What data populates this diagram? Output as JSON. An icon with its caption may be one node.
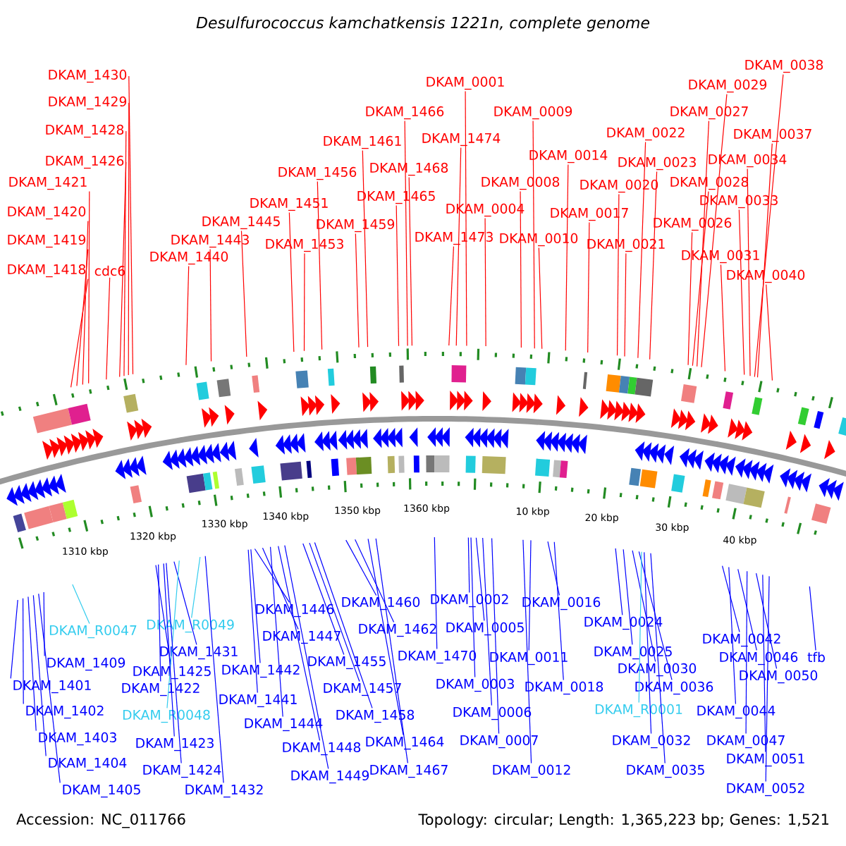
{
  "diagram": {
    "title": "Desulfurococcus kamchatkensis 1221n, complete genome",
    "nodes": [
      {
        "text": [
          "DKAM_1430"
        ]
      },
      {
        "text": [
          "DKAM_1429"
        ]
      },
      {
        "text": [
          "DKAM_1428"
        ]
      },
      {
        "text": [
          "DKAM_1426"
        ]
      },
      {
        "text": [
          "DKAM_1421"
        ]
      },
      {
        "text": [
          "DKAM_1420"
        ]
      },
      {
        "text": [
          "DKAM_1419"
        ]
      },
      {
        "text": [
          "DKAM_1418"
        ]
      },
      {
        "text": [
          "cdc6"
        ]
      },
      {
        "text": [
          "DKAM_1440"
        ]
      },
      {
        "text": [
          "DKAM_1443"
        ]
      },
      {
        "text": [
          "DKAM_1445"
        ]
      },
      {
        "text": [
          "DKAM_1451"
        ]
      },
      {
        "text": [
          "DKAM_1453"
        ]
      },
      {
        "text": [
          "DKAM_1456"
        ]
      },
      {
        "text": [
          "DKAM_1459"
        ]
      },
      {
        "text": [
          "DKAM_1461"
        ]
      },
      {
        "text": [
          "DKAM_1466"
        ]
      },
      {
        "text": [
          "DKAM_1468"
        ]
      },
      {
        "text": [
          "DKAM_1465"
        ]
      },
      {
        "text": [
          "DKAM_1474"
        ]
      },
      {
        "text": [
          "DKAM_1473"
        ]
      },
      {
        "text": [
          "DKAM_0001"
        ]
      },
      {
        "text": [
          "DKAM_0004"
        ]
      },
      {
        "text": [
          "DKAM_0008"
        ]
      },
      {
        "text": [
          "DKAM_0009"
        ]
      },
      {
        "text": [
          "DKAM_0010"
        ]
      },
      {
        "text": [
          "DKAM_0014"
        ]
      },
      {
        "text": [
          "DKAM_0017"
        ]
      },
      {
        "text": [
          "DKAM_0020"
        ]
      },
      {
        "text": [
          "DKAM_0021"
        ]
      },
      {
        "text": [
          "DKAM_0022"
        ]
      },
      {
        "text": [
          "DKAM_0023"
        ]
      },
      {
        "text": [
          "DKAM_0026"
        ]
      },
      {
        "text": [
          "DKAM_0027"
        ]
      },
      {
        "text": [
          "DKAM_0028"
        ]
      },
      {
        "text": [
          "DKAM_0029"
        ]
      },
      {
        "text": [
          "DKAM_0031"
        ]
      },
      {
        "text": [
          "DKAM_0033"
        ]
      },
      {
        "text": [
          "DKAM_0034"
        ]
      },
      {
        "text": [
          "DKAM_0037"
        ]
      },
      {
        "text": [
          "DKAM_0038"
        ]
      },
      {
        "text": [
          "DKAM_0040"
        ]
      },
      {
        "text": [
          "DKAM_R0047"
        ]
      },
      {
        "text": [
          "DKAM_1409"
        ]
      },
      {
        "text": [
          "DKAM_1401"
        ]
      },
      {
        "text": [
          "DKAM_1402"
        ]
      },
      {
        "text": [
          "DKAM_1403"
        ]
      },
      {
        "text": [
          "DKAM_1404"
        ]
      },
      {
        "text": [
          "DKAM_1405"
        ]
      },
      {
        "text": [
          "DKAM_R0049"
        ]
      },
      {
        "text": [
          "DKAM_1431"
        ]
      },
      {
        "text": [
          "DKAM_1425"
        ]
      },
      {
        "text": [
          "DKAM_1422"
        ]
      },
      {
        "text": [
          "DKAM_R0048"
        ]
      },
      {
        "text": [
          "DKAM_1423"
        ]
      },
      {
        "text": [
          "DKAM_1424"
        ]
      },
      {
        "text": [
          "DKAM_1432"
        ]
      },
      {
        "text": [
          "DKAM_1446"
        ]
      },
      {
        "text": [
          "DKAM_1447"
        ]
      },
      {
        "text": [
          "DKAM_1442"
        ]
      },
      {
        "text": [
          "DKAM_1441"
        ]
      },
      {
        "text": [
          "DKAM_1444"
        ]
      },
      {
        "text": [
          "DKAM_1448"
        ]
      },
      {
        "text": [
          "DKAM_1449"
        ]
      },
      {
        "text": [
          "DKAM_1455"
        ]
      },
      {
        "text": [
          "DKAM_1457"
        ]
      },
      {
        "text": [
          "DKAM_1458"
        ]
      },
      {
        "text": [
          "DKAM_1460"
        ]
      },
      {
        "text": [
          "DKAM_1462"
        ]
      },
      {
        "text": [
          "DKAM_1464"
        ]
      },
      {
        "text": [
          "DKAM_1467"
        ]
      },
      {
        "text": [
          "DKAM_0002"
        ]
      },
      {
        "text": [
          "DKAM_1470"
        ]
      },
      {
        "text": [
          "DKAM_0005"
        ]
      },
      {
        "text": [
          "DKAM_0003"
        ]
      },
      {
        "text": [
          "DKAM_0006"
        ]
      },
      {
        "text": [
          "DKAM_0007"
        ]
      },
      {
        "text": [
          "DKAM_0016"
        ]
      },
      {
        "text": [
          "DKAM_0011"
        ]
      },
      {
        "text": [
          "DKAM_0018"
        ]
      },
      {
        "text": [
          "DKAM_0012"
        ]
      },
      {
        "text": [
          "DKAM_0024"
        ]
      },
      {
        "text": [
          "DKAM_0025"
        ]
      },
      {
        "text": [
          "DKAM_0030"
        ]
      },
      {
        "text": [
          "DKAM_0036"
        ]
      },
      {
        "text": [
          "DKAM_R0001"
        ]
      },
      {
        "text": [
          "DKAM_0032"
        ]
      },
      {
        "text": [
          "DKAM_0035"
        ]
      },
      {
        "text": [
          "DKAM_0042"
        ]
      },
      {
        "text": [
          "DKAM_0046"
        ]
      },
      {
        "text": [
          "tfb"
        ]
      },
      {
        "text": [
          "DKAM_0050"
        ]
      },
      {
        "text": [
          "DKAM_0044"
        ]
      },
      {
        "text": [
          "DKAM_0047"
        ]
      },
      {
        "text": [
          "DKAM_0051"
        ]
      },
      {
        "text": [
          "DKAM_0052"
        ]
      }
    ],
    "edges": [
      {
        "from": 0,
        "to": null,
        "arrow": "none",
        "color": "#ff0000"
      },
      {
        "from": 1,
        "to": null,
        "arrow": "none",
        "color": "#ff0000"
      },
      {
        "from": 2,
        "to": null,
        "arrow": "none",
        "color": "#ff0000"
      },
      {
        "from": 3,
        "to": null,
        "arrow": "none",
        "color": "#ff0000"
      },
      {
        "from": 4,
        "to": null,
        "arrow": "none",
        "color": "#ff0000"
      },
      {
        "from": 5,
        "to": null,
        "arrow": "none",
        "color": "#ff0000"
      },
      {
        "from": 6,
        "to": null,
        "arrow": "none",
        "color": "#ff0000"
      },
      {
        "from": 7,
        "to": null,
        "arrow": "none",
        "color": "#ff0000"
      },
      {
        "from": 8,
        "to": null,
        "arrow": "none",
        "color": "#ff0000"
      },
      {
        "from": 9,
        "to": null,
        "arrow": "none",
        "color": "#ff0000"
      },
      {
        "from": 10,
        "to": null,
        "arrow": "none",
        "color": "#ff0000"
      },
      {
        "from": 11,
        "to": null,
        "arrow": "none",
        "color": "#ff0000"
      },
      {
        "from": 12,
        "to": null,
        "arrow": "none",
        "color": "#ff0000"
      },
      {
        "from": 13,
        "to": null,
        "arrow": "none",
        "color": "#ff0000"
      },
      {
        "from": 14,
        "to": null,
        "arrow": "none",
        "color": "#ff0000"
      },
      {
        "from": 15,
        "to": null,
        "arrow": "none",
        "color": "#ff0000"
      },
      {
        "from": 16,
        "to": null,
        "arrow": "none",
        "color": "#ff0000"
      },
      {
        "from": 17,
        "to": null,
        "arrow": "none",
        "color": "#ff0000"
      },
      {
        "from": 18,
        "to": null,
        "arrow": "none",
        "color": "#ff0000"
      },
      {
        "from": 19,
        "to": null,
        "arrow": "none",
        "color": "#ff0000"
      },
      {
        "from": 20,
        "to": null,
        "arrow": "none",
        "color": "#ff0000"
      },
      {
        "from": 21,
        "to": null,
        "arrow": "none",
        "color": "#ff0000"
      },
      {
        "from": 22,
        "to": null,
        "arrow": "none",
        "color": "#ff0000"
      },
      {
        "from": 23,
        "to": null,
        "arrow": "none",
        "color": "#ff0000"
      },
      {
        "from": 24,
        "to": null,
        "arrow": "none",
        "color": "#ff0000"
      },
      {
        "from": 25,
        "to": null,
        "arrow": "none",
        "color": "#ff0000"
      },
      {
        "from": 26,
        "to": null,
        "arrow": "none",
        "color": "#ff0000"
      },
      {
        "from": 27,
        "to": null,
        "arrow": "none",
        "color": "#ff0000"
      },
      {
        "from": 28,
        "to": null,
        "arrow": "none",
        "color": "#ff0000"
      },
      {
        "from": 29,
        "to": null,
        "arrow": "none",
        "color": "#ff0000"
      },
      {
        "from": 30,
        "to": null,
        "arrow": "none",
        "color": "#ff0000"
      },
      {
        "from": 31,
        "to": null,
        "arrow": "none",
        "color": "#ff0000"
      },
      {
        "from": 32,
        "to": null,
        "arrow": "none",
        "color": "#ff0000"
      },
      {
        "from": 33,
        "to": null,
        "arrow": "none",
        "color": "#ff0000"
      },
      {
        "from": 34,
        "to": null,
        "arrow": "none",
        "color": "#ff0000"
      },
      {
        "from": 35,
        "to": null,
        "arrow": "none",
        "color": "#ff0000"
      },
      {
        "from": 36,
        "to": null,
        "arrow": "none",
        "color": "#ff0000"
      },
      {
        "from": 37,
        "to": null,
        "arrow": "none",
        "color": "#ff0000"
      },
      {
        "from": 38,
        "to": null,
        "arrow": "none",
        "color": "#ff0000"
      },
      {
        "from": 39,
        "to": null,
        "arrow": "none",
        "color": "#ff0000"
      },
      {
        "from": 40,
        "to": null,
        "arrow": "none",
        "color": "#ff0000"
      },
      {
        "from": 41,
        "to": null,
        "arrow": "none",
        "color": "#ff0000"
      },
      {
        "from": 42,
        "to": null,
        "arrow": "none",
        "color": "#ff0000"
      },
      {
        "from": 43,
        "to": null,
        "arrow": "none",
        "color": "#33ccee"
      },
      {
        "from": 44,
        "to": null,
        "arrow": "none"
      },
      {
        "from": 45,
        "to": null,
        "arrow": "none"
      },
      {
        "from": 46,
        "to": null,
        "arrow": "none"
      },
      {
        "from": 47,
        "to": null,
        "arrow": "none"
      },
      {
        "from": 48,
        "to": null,
        "arrow": "none"
      },
      {
        "from": 49,
        "to": null,
        "arrow": "none"
      },
      {
        "from": 50,
        "to": null,
        "arrow": "none",
        "color": "#33ccee"
      },
      {
        "from": 51,
        "to": null,
        "arrow": "none"
      },
      {
        "from": 52,
        "to": null,
        "arrow": "none"
      },
      {
        "from": 53,
        "to": null,
        "arrow": "none"
      },
      {
        "from": 54,
        "to": null,
        "arrow": "none",
        "color": "#33ccee"
      },
      {
        "from": 55,
        "to": null,
        "arrow": "none"
      },
      {
        "from": 56,
        "to": null,
        "arrow": "none"
      },
      {
        "from": 57,
        "to": null,
        "arrow": "none"
      },
      {
        "from": 58,
        "to": null,
        "arrow": "none"
      },
      {
        "from": 59,
        "to": null,
        "arrow": "none"
      },
      {
        "from": 60,
        "to": null,
        "arrow": "none"
      },
      {
        "from": 61,
        "to": null,
        "arrow": "none"
      },
      {
        "from": 62,
        "to": null,
        "arrow": "none"
      },
      {
        "from": 63,
        "to": null,
        "arrow": "none"
      },
      {
        "from": 64,
        "to": null,
        "arrow": "none"
      },
      {
        "from": 65,
        "to": null,
        "arrow": "none"
      },
      {
        "from": 66,
        "to": null,
        "arrow": "none"
      },
      {
        "from": 67,
        "to": null,
        "arrow": "none"
      },
      {
        "from": 68,
        "to": null,
        "arrow": "none"
      },
      {
        "from": 69,
        "to": null,
        "arrow": "none"
      },
      {
        "from": 70,
        "to": null,
        "arrow": "none"
      },
      {
        "from": 71,
        "to": null,
        "arrow": "none"
      },
      {
        "from": 72,
        "to": null,
        "arrow": "none"
      },
      {
        "from": 73,
        "to": null,
        "arrow": "none"
      },
      {
        "from": 74,
        "to": null,
        "arrow": "none"
      },
      {
        "from": 75,
        "to": null,
        "arrow": "none"
      },
      {
        "from": 76,
        "to": null,
        "arrow": "none"
      },
      {
        "from": 77,
        "to": null,
        "arrow": "none"
      },
      {
        "from": 78,
        "to": null,
        "arrow": "none"
      },
      {
        "from": 79,
        "to": null,
        "arrow": "none"
      },
      {
        "from": 80,
        "to": null,
        "arrow": "none"
      },
      {
        "from": 81,
        "to": null,
        "arrow": "none"
      },
      {
        "from": 82,
        "to": null,
        "arrow": "none"
      },
      {
        "from": 83,
        "to": null,
        "arrow": "none"
      },
      {
        "from": 84,
        "to": null,
        "arrow": "none"
      },
      {
        "from": 85,
        "to": null,
        "arrow": "none"
      },
      {
        "from": 86,
        "to": null,
        "arrow": "none",
        "color": "#33ccee"
      },
      {
        "from": 87,
        "to": null,
        "arrow": "none"
      },
      {
        "from": 88,
        "to": null,
        "arrow": "none"
      },
      {
        "from": 89,
        "to": null,
        "arrow": "none"
      },
      {
        "from": 90,
        "to": null,
        "arrow": "none"
      },
      {
        "from": 91,
        "to": null,
        "arrow": "none"
      },
      {
        "from": 92,
        "to": null,
        "arrow": "none"
      },
      {
        "from": 93,
        "to": null,
        "arrow": "none"
      },
      {
        "from": 94,
        "to": null,
        "arrow": "none"
      },
      {
        "from": 95,
        "to": null,
        "arrow": "none"
      },
      {
        "from": 96,
        "to": null,
        "arrow": "none"
      }
    ],
    "labels": [
      "1310 kbp",
      "1320 kbp",
      "1330 kbp",
      "1340 kbp",
      "1350 kbp",
      "1360 kbp",
      "10 kbp",
      "20 kbp",
      "30 kbp",
      "40 kbp",
      "Accession: NC_011766",
      "Topology: circular; Length: 1,365,223 bp; Genes: 1,521"
    ]
  }
}
